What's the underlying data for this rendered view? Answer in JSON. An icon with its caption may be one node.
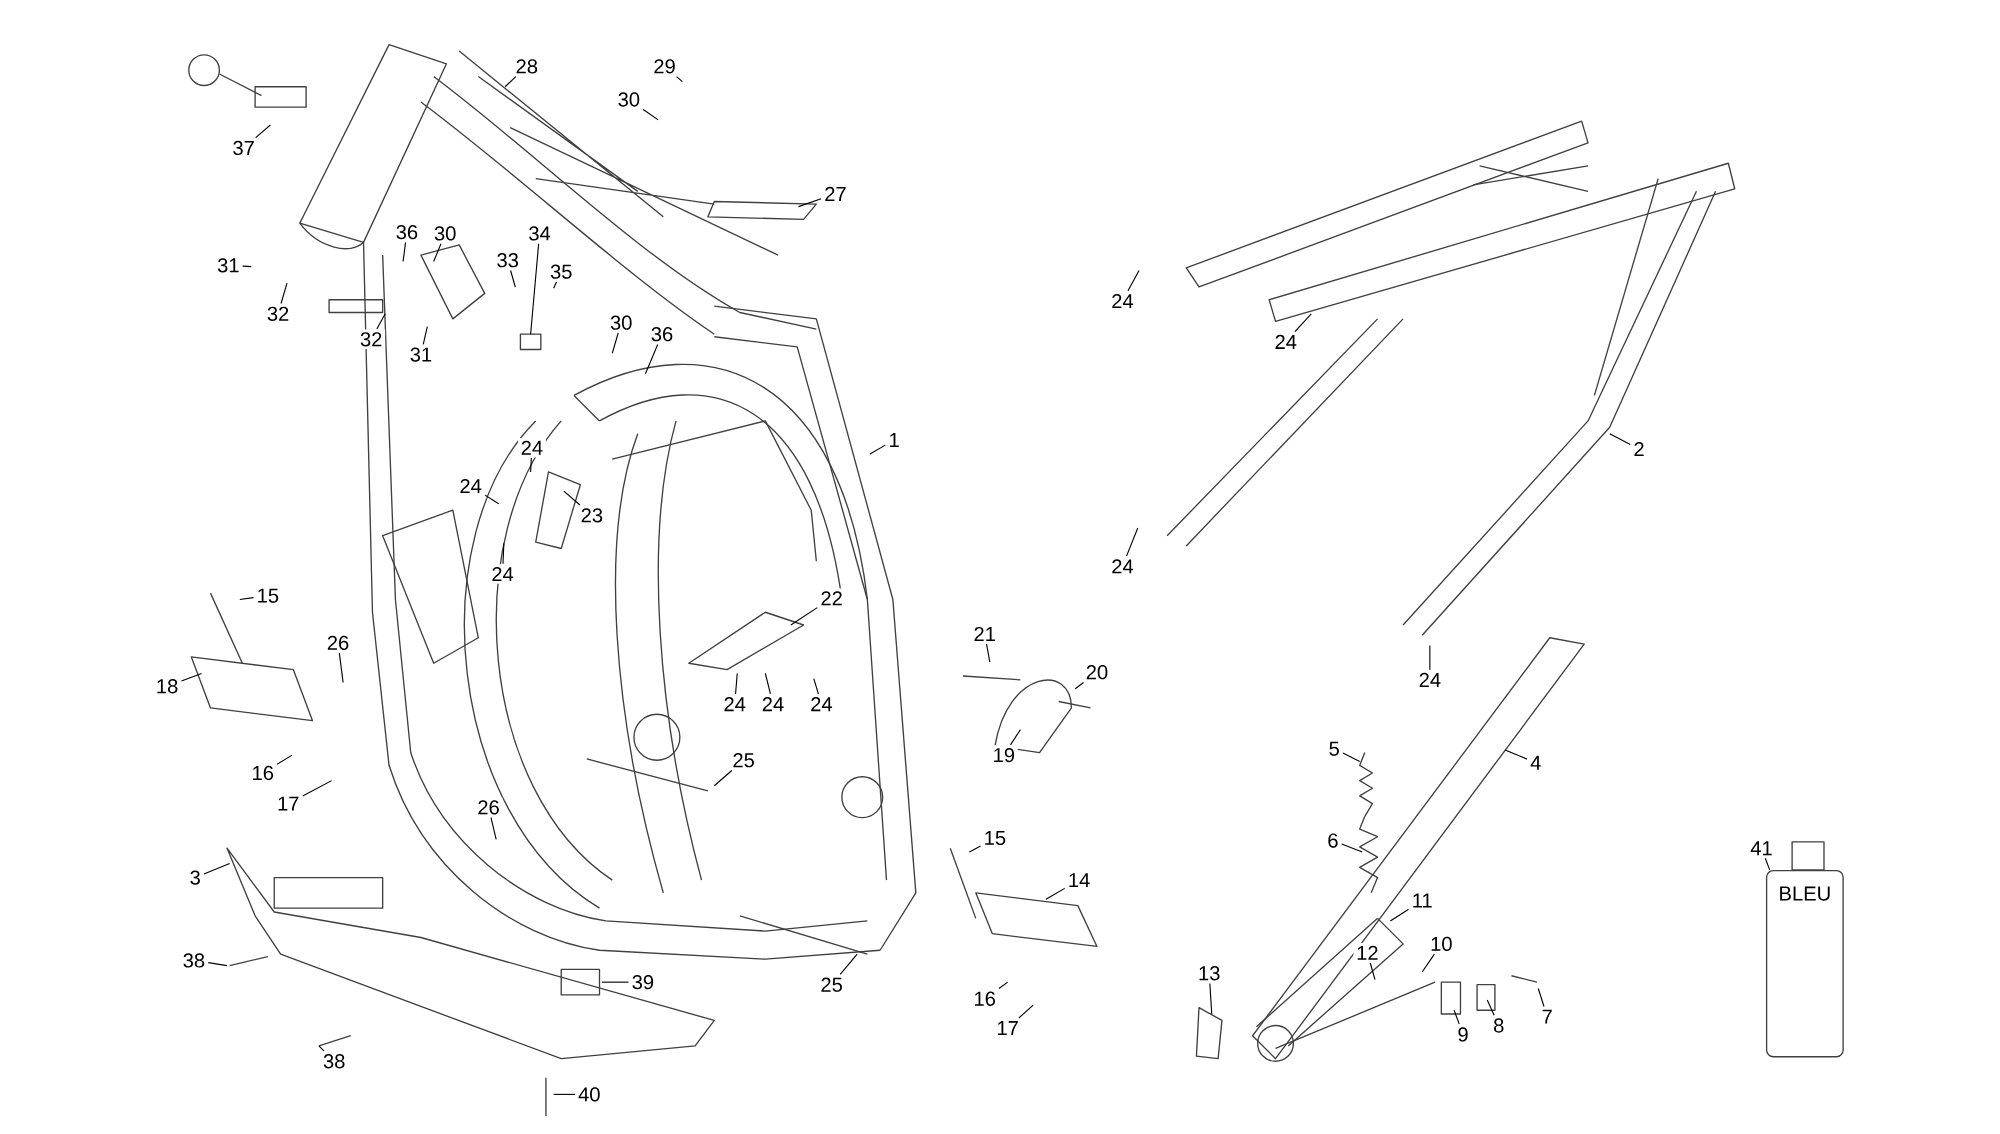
{
  "diagram": {
    "nodes": [
      {
        "text": [
          "28"
        ]
      },
      {
        "text": [
          "29"
        ]
      },
      {
        "text": [
          "30"
        ]
      },
      {
        "text": [
          "37"
        ]
      },
      {
        "text": [
          "27"
        ]
      },
      {
        "text": [
          "36"
        ]
      },
      {
        "text": [
          "30"
        ]
      },
      {
        "text": [
          "34"
        ]
      },
      {
        "text": [
          "31"
        ]
      },
      {
        "text": [
          "33"
        ]
      },
      {
        "text": [
          "35"
        ]
      },
      {
        "text": [
          "24"
        ]
      },
      {
        "text": [
          "32"
        ]
      },
      {
        "text": [
          "30"
        ]
      },
      {
        "text": [
          "36"
        ]
      },
      {
        "text": [
          "32"
        ]
      },
      {
        "text": [
          "24"
        ]
      },
      {
        "text": [
          "31"
        ]
      },
      {
        "text": [
          "1"
        ]
      },
      {
        "text": [
          "24"
        ]
      },
      {
        "text": [
          "2"
        ]
      },
      {
        "text": [
          "24"
        ]
      },
      {
        "text": [
          "23"
        ]
      },
      {
        "text": [
          "24"
        ]
      },
      {
        "text": [
          "24"
        ]
      },
      {
        "text": [
          "15"
        ]
      },
      {
        "text": [
          "22"
        ]
      },
      {
        "text": [
          "21"
        ]
      },
      {
        "text": [
          "26"
        ]
      },
      {
        "text": [
          "20"
        ]
      },
      {
        "text": [
          "24"
        ]
      },
      {
        "text": [
          "18"
        ]
      },
      {
        "text": [
          "24"
        ]
      },
      {
        "text": [
          "24"
        ]
      },
      {
        "text": [
          "24"
        ]
      },
      {
        "text": [
          "19"
        ]
      },
      {
        "text": [
          "5"
        ]
      },
      {
        "text": [
          "25"
        ]
      },
      {
        "text": [
          "4"
        ]
      },
      {
        "text": [
          "16"
        ]
      },
      {
        "text": [
          "17"
        ]
      },
      {
        "text": [
          "26"
        ]
      },
      {
        "text": [
          "15"
        ]
      },
      {
        "text": [
          "6"
        ]
      },
      {
        "text": [
          "41"
        ]
      },
      {
        "text": [
          "3"
        ]
      },
      {
        "text": [
          "14"
        ]
      },
      {
        "text": [
          "11"
        ]
      },
      {
        "text": [
          "10"
        ]
      },
      {
        "text": [
          "12"
        ]
      },
      {
        "text": [
          "38"
        ]
      },
      {
        "text": [
          "13"
        ]
      },
      {
        "text": [
          "39"
        ]
      },
      {
        "text": [
          "25"
        ]
      },
      {
        "text": [
          "16"
        ]
      },
      {
        "text": [
          "7"
        ]
      },
      {
        "text": [
          "8"
        ]
      },
      {
        "text": [
          "17"
        ]
      },
      {
        "text": [
          "9"
        ]
      },
      {
        "text": [
          "38"
        ]
      },
      {
        "text": [
          "40"
        ]
      },
      {
        "text": [
          "BLEU"
        ]
      }
    ],
    "edges": [
      {
        "from": 0,
        "to": null,
        "arrow": "none"
      },
      {
        "from": 1,
        "to": null,
        "arrow": "none"
      },
      {
        "from": 2,
        "to": null,
        "arrow": "none"
      },
      {
        "from": 3,
        "to": null,
        "arrow": "none"
      },
      {
        "from": 4,
        "to": null,
        "arrow": "none"
      },
      {
        "from": 5,
        "to": null,
        "arrow": "none"
      },
      {
        "from": 6,
        "to": null,
        "arrow": "none"
      },
      {
        "from": 7,
        "to": null,
        "arrow": "none"
      },
      {
        "from": 8,
        "to": null,
        "arrow": "none"
      },
      {
        "from": 9,
        "to": null,
        "arrow": "none"
      },
      {
        "from": 10,
        "to": null,
        "arrow": "none"
      },
      {
        "from": 11,
        "to": null,
        "arrow": "none"
      },
      {
        "from": 12,
        "to": null,
        "arrow": "none"
      },
      {
        "from": 13,
        "to": null,
        "arrow": "none"
      },
      {
        "from": 14,
        "to": null,
        "arrow": "none"
      },
      {
        "from": 15,
        "to": null,
        "arrow": "none"
      },
      {
        "from": 16,
        "to": null,
        "arrow": "none"
      },
      {
        "from": 17,
        "to": null,
        "arrow": "none"
      },
      {
        "from": 18,
        "to": null,
        "arrow": "none"
      },
      {
        "from": 19,
        "to": null,
        "arrow": "none"
      },
      {
        "from": 20,
        "to": null,
        "arrow": "none"
      },
      {
        "from": 21,
        "to": null,
        "arrow": "none"
      },
      {
        "from": 22,
        "to": null,
        "arrow": "none"
      },
      {
        "from": 23,
        "to": null,
        "arrow": "none"
      },
      {
        "from": 24,
        "to": null,
        "arrow": "none"
      },
      {
        "from": 25,
        "to": null,
        "arrow": "none"
      },
      {
        "from": 26,
        "to": null,
        "arrow": "none"
      },
      {
        "from": 27,
        "to": null,
        "arrow": "none"
      },
      {
        "from": 28,
        "to": null,
        "arrow": "none"
      },
      {
        "from": 29,
        "to": null,
        "arrow": "none"
      },
      {
        "from": 30,
        "to": null,
        "arrow": "none"
      },
      {
        "from": 31,
        "to": null,
        "arrow": "none"
      },
      {
        "from": 32,
        "to": null,
        "arrow": "none"
      },
      {
        "from": 33,
        "to": null,
        "arrow": "none"
      },
      {
        "from": 34,
        "to": null,
        "arrow": "none"
      },
      {
        "from": 35,
        "to": null,
        "arrow": "none"
      },
      {
        "from": 36,
        "to": null,
        "arrow": "none"
      },
      {
        "from": 37,
        "to": null,
        "arrow": "none"
      },
      {
        "from": 38,
        "to": null,
        "arrow": "none"
      },
      {
        "from": 39,
        "to": null,
        "arrow": "none"
      },
      {
        "from": 40,
        "to": null,
        "arrow": "none"
      },
      {
        "from": 41,
        "to": null,
        "arrow": "none"
      },
      {
        "from": 42,
        "to": null,
        "arrow": "none"
      },
      {
        "from": 43,
        "to": null,
        "arrow": "none"
      },
      {
        "from": 44,
        "to": 61,
        "arrow": "none"
      },
      {
        "from": 45,
        "to": null,
        "arrow": "none"
      },
      {
        "from": 46,
        "to": null,
        "arrow": "none"
      },
      {
        "from": 47,
        "to": null,
        "arrow": "none"
      },
      {
        "from": 48,
        "to": null,
        "arrow": "none"
      },
      {
        "from": 49,
        "to": null,
        "arrow": "none"
      },
      {
        "from": 50,
        "to": null,
        "arrow": "none"
      },
      {
        "from": 51,
        "to": null,
        "arrow": "none"
      },
      {
        "from": 52,
        "to": null,
        "arrow": "none"
      },
      {
        "from": 53,
        "to": null,
        "arrow": "none"
      },
      {
        "from": 54,
        "to": null,
        "arrow": "none"
      },
      {
        "from": 55,
        "to": null,
        "arrow": "none"
      },
      {
        "from": 56,
        "to": null,
        "arrow": "none"
      },
      {
        "from": 57,
        "to": null,
        "arrow": "none"
      },
      {
        "from": 58,
        "to": null,
        "arrow": "none"
      },
      {
        "from": 59,
        "to": null,
        "arrow": "none"
      },
      {
        "from": 60,
        "to": null,
        "arrow": "none"
      }
    ]
  }
}
